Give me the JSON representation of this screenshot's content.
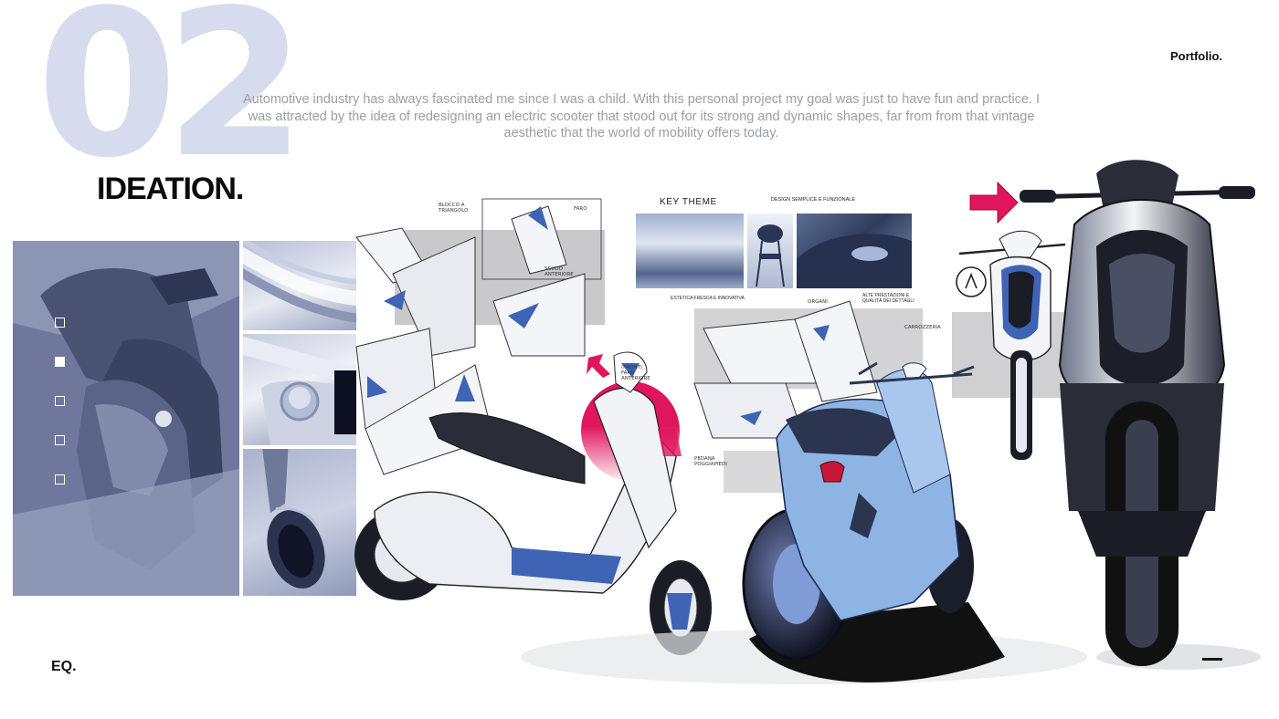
{
  "header": {
    "section_number": "02",
    "portfolio_link": "Portfolio.",
    "intro_text": "Automotive industry has always fascinated me since I was a child. With this personal project my goal was just to have fun and practice. I was attracted by the idea of redesigning an electric scooter that stood out for its strong and dynamic shapes, far from from that vintage aesthetic that the world of mobility offers today."
  },
  "section": {
    "title": "IDEATION."
  },
  "footer": {
    "brand": "EQ."
  },
  "slide_nav": {
    "count": 5,
    "active_index": 1
  },
  "moodboard": {
    "title": "KEY THEME",
    "note_top": "DESIGN SEMPLICE E FUNZIONALE",
    "note_bottom_left": "ESTETICA FRESCA E INNOVATIVA",
    "note_bottom_right": "ALTE PRESTAZIONI E QUALITÀ DEI DETTAGLI"
  },
  "sketch_notes": {
    "note_1": "BLOCCO A TRIANGOLO",
    "note_2": "FARO",
    "note_3": "SCUDO ANTERIORE",
    "note_4": "(FRONT) FARO ANTERIORE",
    "note_5": "ORGANI",
    "note_6": "CARROZZERIA",
    "note_7": "PEDANA POGGIAPIEDI"
  },
  "colors": {
    "accent_pink": "#e0155c",
    "ghost_number": "#d6dced",
    "sketch_blue": "#3f63b5",
    "light_blue": "#8eb4e4"
  },
  "icons": {
    "arrow": "arrow-right-icon",
    "badge": "brand-a-badge-icon"
  }
}
